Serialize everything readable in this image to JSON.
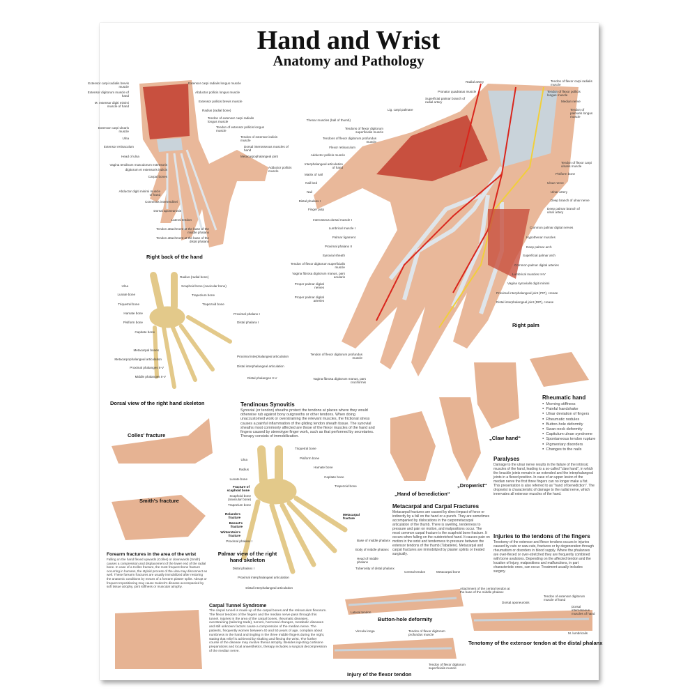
{
  "title": "Hand and Wrist",
  "subtitle": "Anatomy and Pathology",
  "captions": {
    "back_hand": "Right back of the hand",
    "right_palm": "Right palm",
    "dorsal_skeleton": "Dorsal view of the right hand skeleton",
    "palmar_skeleton": "Palmar view of the right hand skeleton",
    "colles": "Colles' fracture",
    "smith": "Smith's fracture",
    "claw": "„Claw hand“",
    "benediction": "„Hand of benediction“",
    "dropwrist": "„Dropwrist“",
    "buttonhole": "Button-hole deformity",
    "flexor_injury": "Injury of the flexor tendon",
    "tenotomy": "Tenotomy of the extensor tendon at the distal phalanx"
  },
  "sections": {
    "synovitis": {
      "title": "Tendinous Synovitis",
      "body": "Synovial (or tendon) sheaths protect the tendons at places where they would otherwise rub against bony outgrowths or other tendons. When doing unaccustomed work or overstraining the relevant muscles, the frictional stress causes a painful inflammation of the gliding tendon sheath tissue. The synovial sheaths most commonly affected are those of the flexor muscles of the hand and fingers caused by stereotype finger work, such as that performed by secretaries. Therapy consists of immobilization."
    },
    "rheumatic": {
      "title": "Rheumatic hand",
      "items": [
        "Morning stiffness",
        "Painful handshake",
        "Ulnar deviation of fingers",
        "Rheumatic nodules",
        "Button-hole deformity",
        "Swan-neck deformity",
        "Capitulum ulnae syndrome",
        "Spontaneous tendon rupture",
        "Pigmentary disorders",
        "Changes to the nails"
      ]
    },
    "paralyses": {
      "title": "Paralyses",
      "body": "Damage to the ulnar nerve results in the failure of the intrinsic muscles of the hand, leading to a so-called \"claw hand\", in which the knuckle joints remain in an extended and the interphalangeal joints in a flexed position. In case of an upper lesion of the median nerve the first three fingers can no longer make a fist. This presentation is also referred to as \"hand of benediction\". The dropwrist is characteristic of damage to the radial nerve, which innervates all extensor muscles of the hand."
    },
    "metacarpal": {
      "title": "Metacarpal and Carpal Fractures",
      "body": "Metacarpal fractures are caused by direct impact of force or indirectly by a fall on the hand or a punch. They are sometimes accompanied by dislocations in the carpometacarpal articulation of the thumb. There is swelling, tenderness to pressure and pain on motion, and malpositions occur. The most common carpal fracture is the scaphoid bone fracture. It occurs when falling on the outstretched hand. It causes pain on motion in the wrist and tenderness to pressure between the extensor tendons of the thumb (Tabatière). Metacarpal and carpal fractures are immobilized by plaster splints or treated surgically."
    },
    "tendon_injuries": {
      "title": "Injuries to the tendons of the fingers",
      "body": "Tenotomy of the extensor and flexor tendons occurs in injuries caused by cuts or saw-cuts, fractures or by degeneration through rheumatism or disorders in blood supply. Where the phalanxes are over-flexed or over-stretched they are frequently combined with bone avulsions. Depending on the affected tendon and the location of injury, malpositions and malfunctions, in part characteristic ones, can occur. Treatment usually includes surgery."
    },
    "forearm": {
      "title": "Forearm fractures in the area of the wrist",
      "body": "Falling on the hand flexed upwards (Colles) or downwards (Smith) causes a compression and displacement of the lower end of the radial bone. In case of a Colles fracture, the most frequent bone fracture occurring in humans, the styloid process of the ulna may disconnect as well. These forearm fractures are usually immobilized after restoring the anatomic conditions by means of a forearm plaster splint. Abrupt or frequent repositioning may cause Sudeck's disease accompanied by soft tissue atrophy, joint stiffness or muscular atrophy."
    },
    "carpal_tunnel": {
      "title": "Carpal Tunnel Syndrome",
      "body": "The carpal tunnel is made up of the carpal bones and the retinaculum flexorum. The flexor tendons of the fingers and the median nerve pass through this tunnel. Injuries in the area of the carpal bones, rheumatic diseases, overstraining (tailoring trade), tumors, hormonal changes, metabolic diseases and still unknown factors cause a compression of the median nerve. The patients, frequently women between 40 and 50 years of age, complain about numbness in the hand and tingling in the three middle fingers during the night, stating that relief is achieved by shaking and flexing the wrist. The further course of the disease may involve thenar atrophy. Besides injecting cortisone preparations and local anaesthetics, therapy includes a surgical decompression of the median nerve."
    }
  },
  "labels": {
    "back_left": [
      "Extensor carpi radialis brevis muscle",
      "Extensor digitorum muscle of hand",
      "M. extensor digiti minimi muscle of hand",
      "Extensor carpi ulnaris muscle",
      "Ulna",
      "Extensor retinaculum",
      "Head of ulna",
      "Vagina tendinum musculorum extensoris",
      "digitorum et extensoris indicis",
      "Carpal bones",
      "Abductor digiti minimi muscle of hand",
      "Connexus intertendinei",
      "Dorsal aponeurosis",
      "Lateral tendon",
      "Tendon attachment at the base of the middle phalanx",
      "Tendon attachment at the base of the distal phalanx"
    ],
    "back_right": [
      "Extensor carpi radialis longus muscle",
      "Abductor pollicis longus muscle",
      "Extensor pollicis brevis muscle",
      "Radius (radial bone)",
      "Tendon of extensor carpi radialis longus muscle",
      "Tendon of extensor pollicis longus muscle",
      "Tendon of extensor indicis muscle",
      "Dorsal interosseous muscles of hand",
      "Metacarpophalangeal joint",
      "Adductor pollicis muscle"
    ],
    "palm_left": [
      "Thenar muscles (ball of thumb)",
      "Tendons of flexor digitorum superficialis muscle",
      "Tendons of flexor digitorum profundus muscle",
      "Flexor retinaculum",
      "Adductor pollicis muscle",
      "Interphalangeal articulation of hand",
      "Matrix of nail",
      "Nail bed",
      "Nail",
      "Distal phalanx I",
      "Finger pulp",
      "Interosseus dorsal muscle I",
      "Lumbrical muscle I",
      "Palmar ligament",
      "Proximal phalanx II",
      "Synovial sheath",
      "Tendon of flexor digitorum superficialis muscle",
      "Vagina fibrosa digitorum manus, pars anularis",
      "Proper palmar digital nerves",
      "Proper palmar digital arteries",
      "Tendon of flexor digitorum profundus muscle",
      "Vagina fibrosa digitorum manus, pars cruciformis"
    ],
    "palm_top": [
      "Radial artery",
      "Pronator quadratus muscle",
      "Superficial palmar branch of radial artery",
      "Lig. carpi palmare"
    ],
    "palm_right": [
      "Tendon of flexor carpi radialis muscle",
      "Tendon of flexor pollicis longus muscle",
      "Median nerve",
      "Tendon of palmaris longus muscle",
      "Tendon of flexor carpi ulnaris muscle",
      "Pisiform bone",
      "Ulnar nerve",
      "Ulnar artery",
      "Deep branch of ulnar nerve",
      "Deep palmar branch of ulnar artery",
      "Common palmar digital nerves",
      "Hypothenar muscles",
      "Deep palmar arch",
      "Superficial palmar arch",
      "Common palmar digital arteries",
      "Lumbrical muscles II-IV",
      "Vagina synovialis digiti minimi",
      "Proximal interphalangeal joint (PIP), crease",
      "Distal interphalangeal joint (DIP), crease"
    ],
    "dorsal_left": [
      "Ulna",
      "Lunate bone",
      "Triquetral bone",
      "Hamate bone",
      "Pisiform bone",
      "Capitate bone",
      "Metacarpal bones",
      "Metacarpophalangeal articulation",
      "Proximal phalanges II-V",
      "Middle phalanges II-V"
    ],
    "dorsal_right": [
      "Radius (radial bone)",
      "Scaphoid bone (navicular bone)",
      "Trapezium bone",
      "Trapezoid bone",
      "Proximal phalanx I",
      "Distal phalanx I",
      "Proximal interphalangeal articulation",
      "Distal interphalangeal articulation",
      "Distal phalanges II-V"
    ],
    "palmar_left": [
      "Ulna",
      "Radius",
      "Lunate bone",
      "Fracture of scaphoid bone",
      "Scaphoid bone (navicular bone)",
      "Trapezium bone",
      "Rolando's fracture",
      "Bennet's fracture",
      "Winterstein's fracture",
      "Proximal phalanx I",
      "Distal phalanx I",
      "Proximal interphalangeal articulation",
      "Distal interphalangeal articulation"
    ],
    "palmar_right": [
      "Triquetral bone",
      "Pisiform bone",
      "Hamate bone",
      "Capitate bone",
      "Trapezoid bone",
      "Metacarpal fracture",
      "Base of middle phalanx",
      "Body of middle phalanx",
      "Head of middle phalanx",
      "Tuberosity of distal phalanx"
    ],
    "buttonhole": [
      "Central tendon",
      "Metacarpal bone",
      "Lateral tendon"
    ],
    "flexor": [
      "Vincula longa",
      "Tendon of flexor digitorum profundus muscle",
      "Tendon of flexor digitorum superficialis muscle"
    ],
    "tenotomy": [
      "Attachment of the central tendon at the base of the middle phalanx",
      "Dorsal aponeurosis",
      "Tendon of extensor digitorum muscle of hand",
      "Dorsal interosseous muscles of hand",
      "M. lumbricalis"
    ]
  },
  "colors": {
    "skin": "#e9b89a",
    "muscle": "#c8503f",
    "bone": "#e3c98a",
    "tendon": "#c9d3da",
    "artery": "#d9251c",
    "nerve": "#f1cf3a"
  }
}
